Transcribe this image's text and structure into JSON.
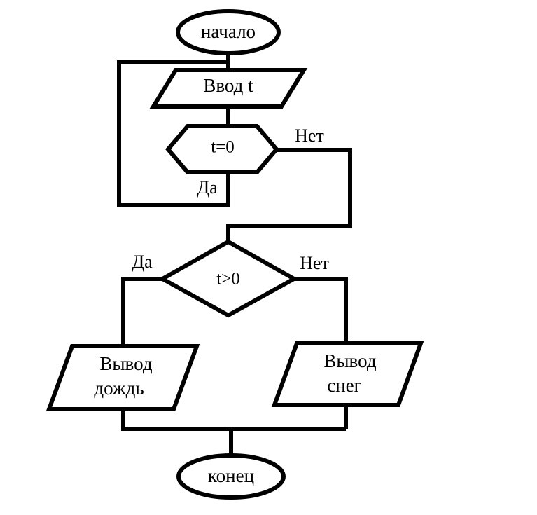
{
  "diagram": {
    "title": "Flowchart: temperature check (rain or snow)",
    "type": "flowchart",
    "language": "ru",
    "background_color": "#ffffff",
    "line_color": "#000000",
    "nodes": {
      "start": {
        "id": "start",
        "shape": "oval",
        "label": "начало"
      },
      "input_t": {
        "id": "input_t",
        "shape": "parallelogram",
        "label": "Ввод t"
      },
      "check_zero": {
        "id": "check_zero",
        "shape": "hexagon",
        "label": "t=0"
      },
      "check_positive": {
        "id": "check_positive",
        "shape": "diamond",
        "label": "t>0"
      },
      "output_rain": {
        "id": "output_rain",
        "shape": "parallelogram",
        "label_line1": "Вывод",
        "label_line2": "дождь"
      },
      "output_snow": {
        "id": "output_snow",
        "shape": "parallelogram",
        "label_line1": "Вывод",
        "label_line2": "снег"
      },
      "end": {
        "id": "end",
        "shape": "oval",
        "label": "конец"
      }
    },
    "edge_labels": {
      "zero_yes": "Да",
      "zero_no": "Нет",
      "positive_yes": "Да",
      "positive_no": "Нет"
    },
    "edges": [
      {
        "from": "start",
        "to": "input_t",
        "label": ""
      },
      {
        "from": "input_t",
        "to": "check_zero",
        "label": ""
      },
      {
        "from": "check_zero",
        "to": "input_t",
        "label": "Да"
      },
      {
        "from": "check_zero",
        "to": "check_positive",
        "label": "Нет"
      },
      {
        "from": "check_positive",
        "to": "output_rain",
        "label": "Да"
      },
      {
        "from": "check_positive",
        "to": "output_snow",
        "label": "Нет"
      },
      {
        "from": "output_rain",
        "to": "end",
        "label": ""
      },
      {
        "from": "output_snow",
        "to": "end",
        "label": ""
      }
    ]
  }
}
